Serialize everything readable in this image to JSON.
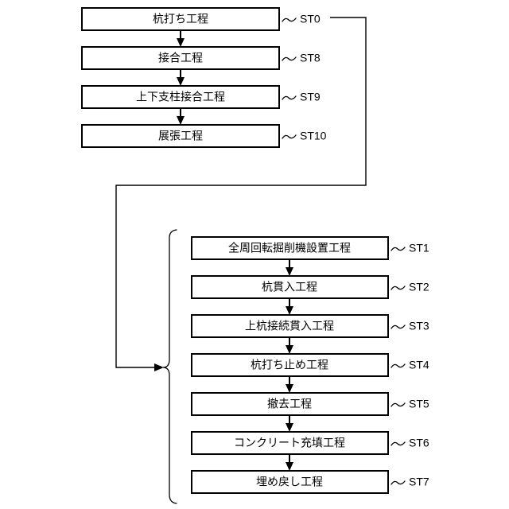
{
  "diagram": {
    "title": "",
    "background_color": "#ffffff",
    "line_color": "#000000",
    "box_fill": "#ffffff",
    "text_color": "#000000"
  },
  "upper_group": {
    "name": "upper-process-chain",
    "boxes": [
      {
        "label": "杭打ち工程",
        "step": "ST0"
      },
      {
        "label": "接合工程",
        "step": "ST8"
      },
      {
        "label": "上下支柱接合工程",
        "step": "ST9"
      },
      {
        "label": "展張工程",
        "step": "ST10"
      }
    ]
  },
  "lower_group": {
    "name": "lower-process-chain",
    "boxes": [
      {
        "label": "全周回転掘削機設置工程",
        "step": "ST1"
      },
      {
        "label": "杭貫入工程",
        "step": "ST2"
      },
      {
        "label": "上杭接続貫入工程",
        "step": "ST3"
      },
      {
        "label": "杭打ち止め工程",
        "step": "ST4"
      },
      {
        "label": "撤去工程",
        "step": "ST5"
      },
      {
        "label": "コンクリート充填工程",
        "step": "ST6"
      },
      {
        "label": "埋め戻し工程",
        "step": "ST7"
      }
    ]
  },
  "connector": {
    "name": "st0-to-lower-group-connector",
    "description": "",
    "from_step": "ST0",
    "to_group": "lower-process-chain"
  }
}
